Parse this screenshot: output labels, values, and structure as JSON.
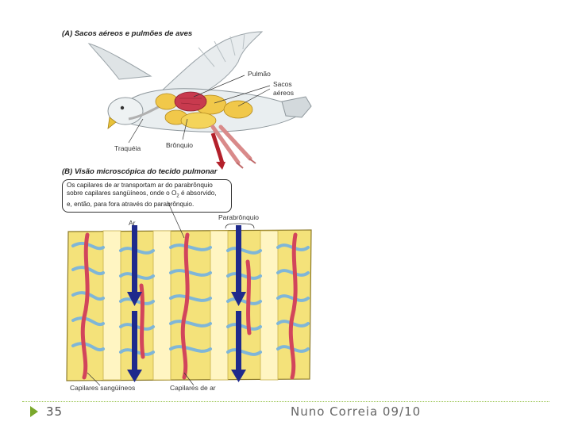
{
  "panel_a": {
    "title": "(A)  Sacos aéreos e pulmões de aves",
    "labels": {
      "lung": "Pulmão",
      "air_sacs_line1": "Sacos",
      "air_sacs_line2": "aéreos",
      "trachea": "Traquéia",
      "bronchus": "Brônquio"
    }
  },
  "panel_b": {
    "title": "(B)  Visão microscópica do tecido pulmonar",
    "callout": {
      "line1": "Os capilares de ar transportam ar do parabrônquio",
      "line2_pre": "sobre capilares sangüíneos, onde o O",
      "line2_sub": "2",
      "line2_post": " é absorvido,",
      "line3": "e, então, para fora através do parabrônquio."
    },
    "labels": {
      "air": "Ar",
      "parabronchus": "Parabrônquio",
      "blood_capillaries": "Capilares sangüíneos",
      "air_capillaries": "Capilares de ar"
    }
  },
  "footer": {
    "page_number": "35",
    "author": "Nuno Correia 09/10"
  },
  "colors": {
    "accent_green": "#8fbf3f",
    "tissue_yellow": "#f4e27a",
    "blood_red": "#d2455b",
    "capillary_blue": "#7fb6d8",
    "air_arrow": "#1f2a8c"
  }
}
